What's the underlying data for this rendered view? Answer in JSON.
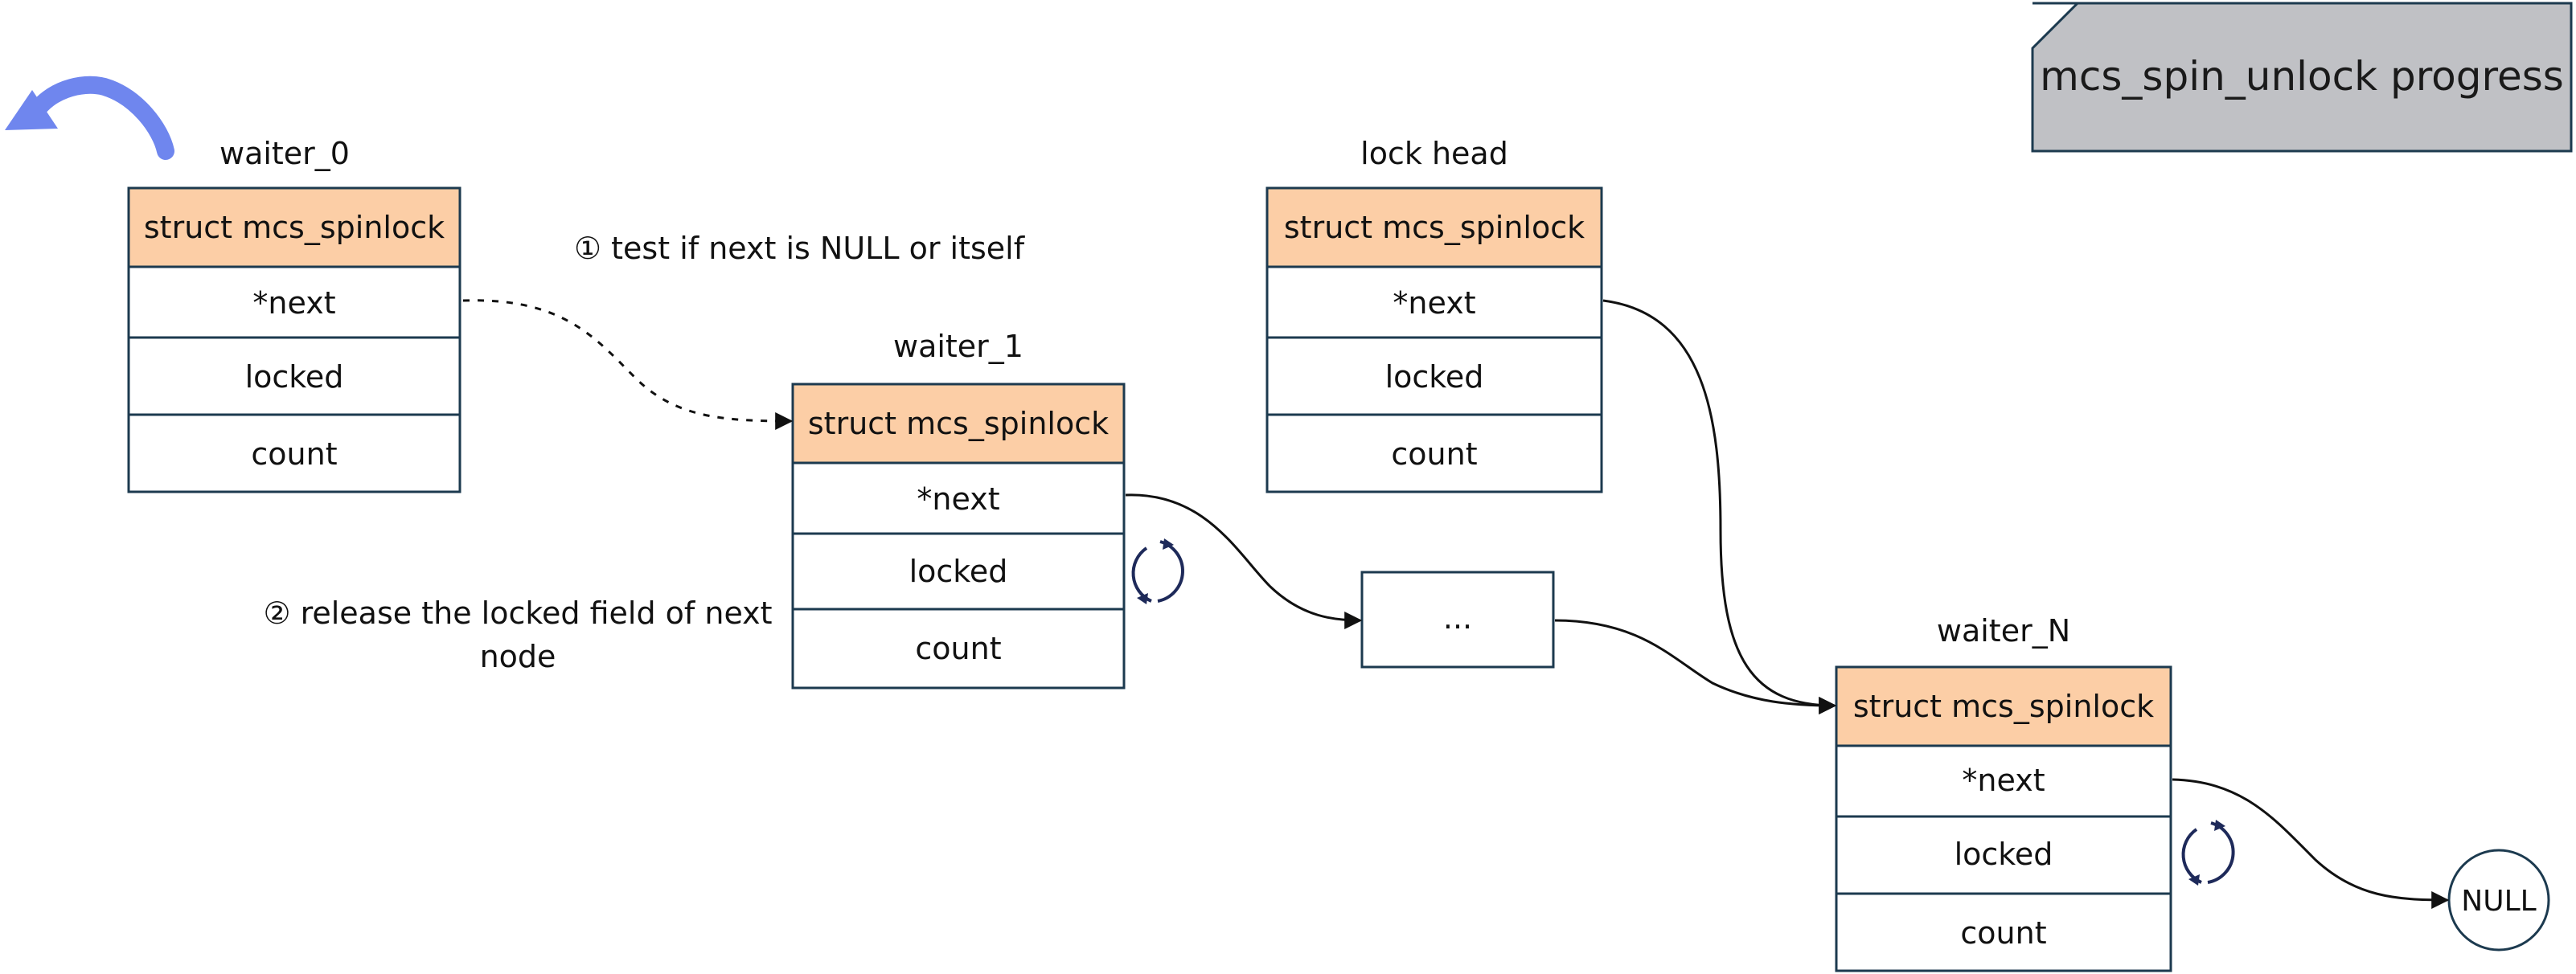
{
  "badge": {
    "text": "mcs_spin_unlock progress"
  },
  "nodes": {
    "waiter_0": {
      "title": "waiter_0",
      "header": "struct mcs_spinlock",
      "next": "*next",
      "locked": "locked",
      "count": "count"
    },
    "waiter_1": {
      "title": "waiter_1",
      "header": "struct mcs_spinlock",
      "next": "*next",
      "locked": "locked",
      "count": "count"
    },
    "lock_head": {
      "title": "lock head",
      "header": "struct mcs_spinlock",
      "next": "*next",
      "locked": "locked",
      "count": "count"
    },
    "waiter_N": {
      "title": "waiter_N",
      "header": "struct mcs_spinlock",
      "next": "*next",
      "locked": "locked",
      "count": "count"
    }
  },
  "ellipsis": {
    "text": "..."
  },
  "null_node": {
    "text": "NULL"
  },
  "steps": {
    "step1": "① test if next is NULL or itself",
    "step2_line1": "② release the locked field of next",
    "step2_line2": "node"
  },
  "colors": {
    "header_fill": "#FCCEA6",
    "border": "#1C3A4F",
    "badge_fill": "#C0C1C5",
    "back_arrow": "#6F86EE",
    "spin_icon": "#1E2A5A"
  }
}
